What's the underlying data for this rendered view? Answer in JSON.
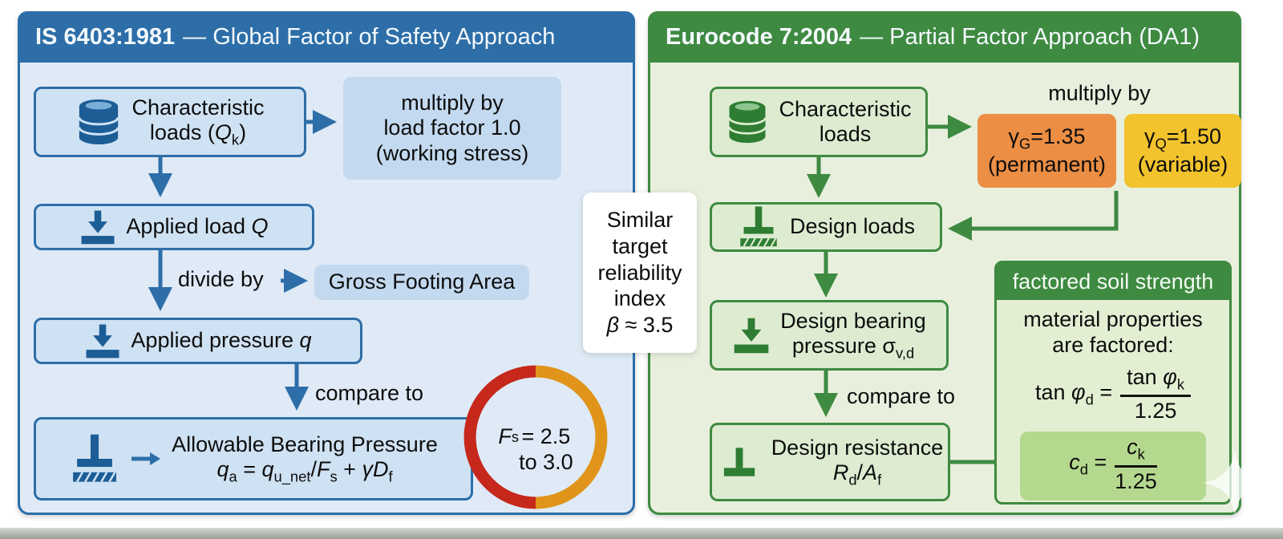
{
  "left": {
    "header_code": "IS 6403:1981",
    "header_title": "— Global Factor of Safety Approach",
    "characteristic_loads": "Characteristic<br>loads (<i>Q</i><sub>k</sub>)",
    "multiply_note": "multiply by<br>load factor 1.0<br>(working stress)",
    "applied_load": "Applied load <i>Q</i>",
    "divide_by": "divide by",
    "gross_footing_area": "Gross Footing Area",
    "applied_pressure": "Applied pressure <i>q</i>",
    "compare_to": "compare to",
    "allowable_title": "Allowable Bearing Pressure",
    "allowable_formula": "<i>q</i><sub>a</sub> = <i>q</i><sub>u_net</sub>/<i>F</i><sub>s</sub> + <i>γD</i><sub>f</sub>",
    "fs_ring": "<i>F</i><sub>s</sub><br>= 2.5<br>to 3.0"
  },
  "center": {
    "note": "Similar<br>target<br>reliability<br>index<br><i>β</i> ≈ 3.5"
  },
  "right": {
    "header_code": "Eurocode 7:2004",
    "header_title": "— Partial Factor Approach (DA1)",
    "characteristic_loads": "Characteristic<br>loads",
    "multiply_by": "multiply by",
    "gamma_g": "γ<sub>G</sub>=1.35<br>(permanent)",
    "gamma_q": "γ<sub>Q</sub>=1.50<br>(variable)",
    "design_loads": "Design loads",
    "design_bearing": "Design bearing<br>pressure σ<sub>v,d</sub>",
    "compare_to": "compare to",
    "design_resistance": "Design resistance<br><i>R</i><sub>d</sub>/<i>A</i><sub>f</sub>",
    "factored": {
      "header": "factored soil strength",
      "intro": "material properties<br>are factored:",
      "tan_lhs": "tan <i>φ</i><sub>d</sub> =",
      "tan_num": "tan <i>φ</i><sub>k</sub>",
      "tan_den": "1.25",
      "c_lhs": "<i>c</i><sub>d</sub> =",
      "c_num": "<i>c</i><sub>k</sub>",
      "c_den": "1.25"
    }
  },
  "colors": {
    "blue_accent": "#2d6ea8",
    "blue_panel_bg": "#dfeaf6",
    "blue_box_bg": "#cfe2f3",
    "blue_note_bg": "#c3d9ef",
    "green_accent": "#3e8a41",
    "green_panel_bg": "#e8efdd",
    "green_box_bg": "#ddecd1",
    "orange_factor_bg": "#ec8e43",
    "yellow_factor_bg": "#f2c32d",
    "ring_red": "#c6281c",
    "ring_orange": "#e0941a"
  }
}
